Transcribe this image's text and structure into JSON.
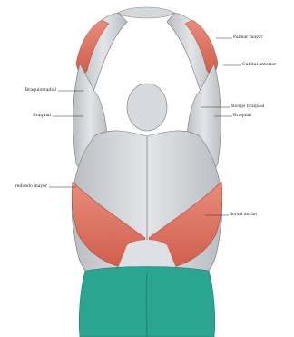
{
  "figure": {
    "labels": {
      "palmar_mayor": "Palmar mayor",
      "cubital_anterior": "Cubital anterior",
      "braquiorradial": "Braquiorradial",
      "braquial_left": "Braquial",
      "biceps_braquial": "Bíceps braquial",
      "braquial_right": "Braquial",
      "redondo_mayor": "redondo mayor",
      "dorsal_ancho": "dorsal ancho"
    },
    "colors": {
      "highlight_muscle": "#e07a68",
      "body_shade": "#c9ccd0",
      "garment": "#2aa58f",
      "leader_line": "#333333"
    }
  }
}
